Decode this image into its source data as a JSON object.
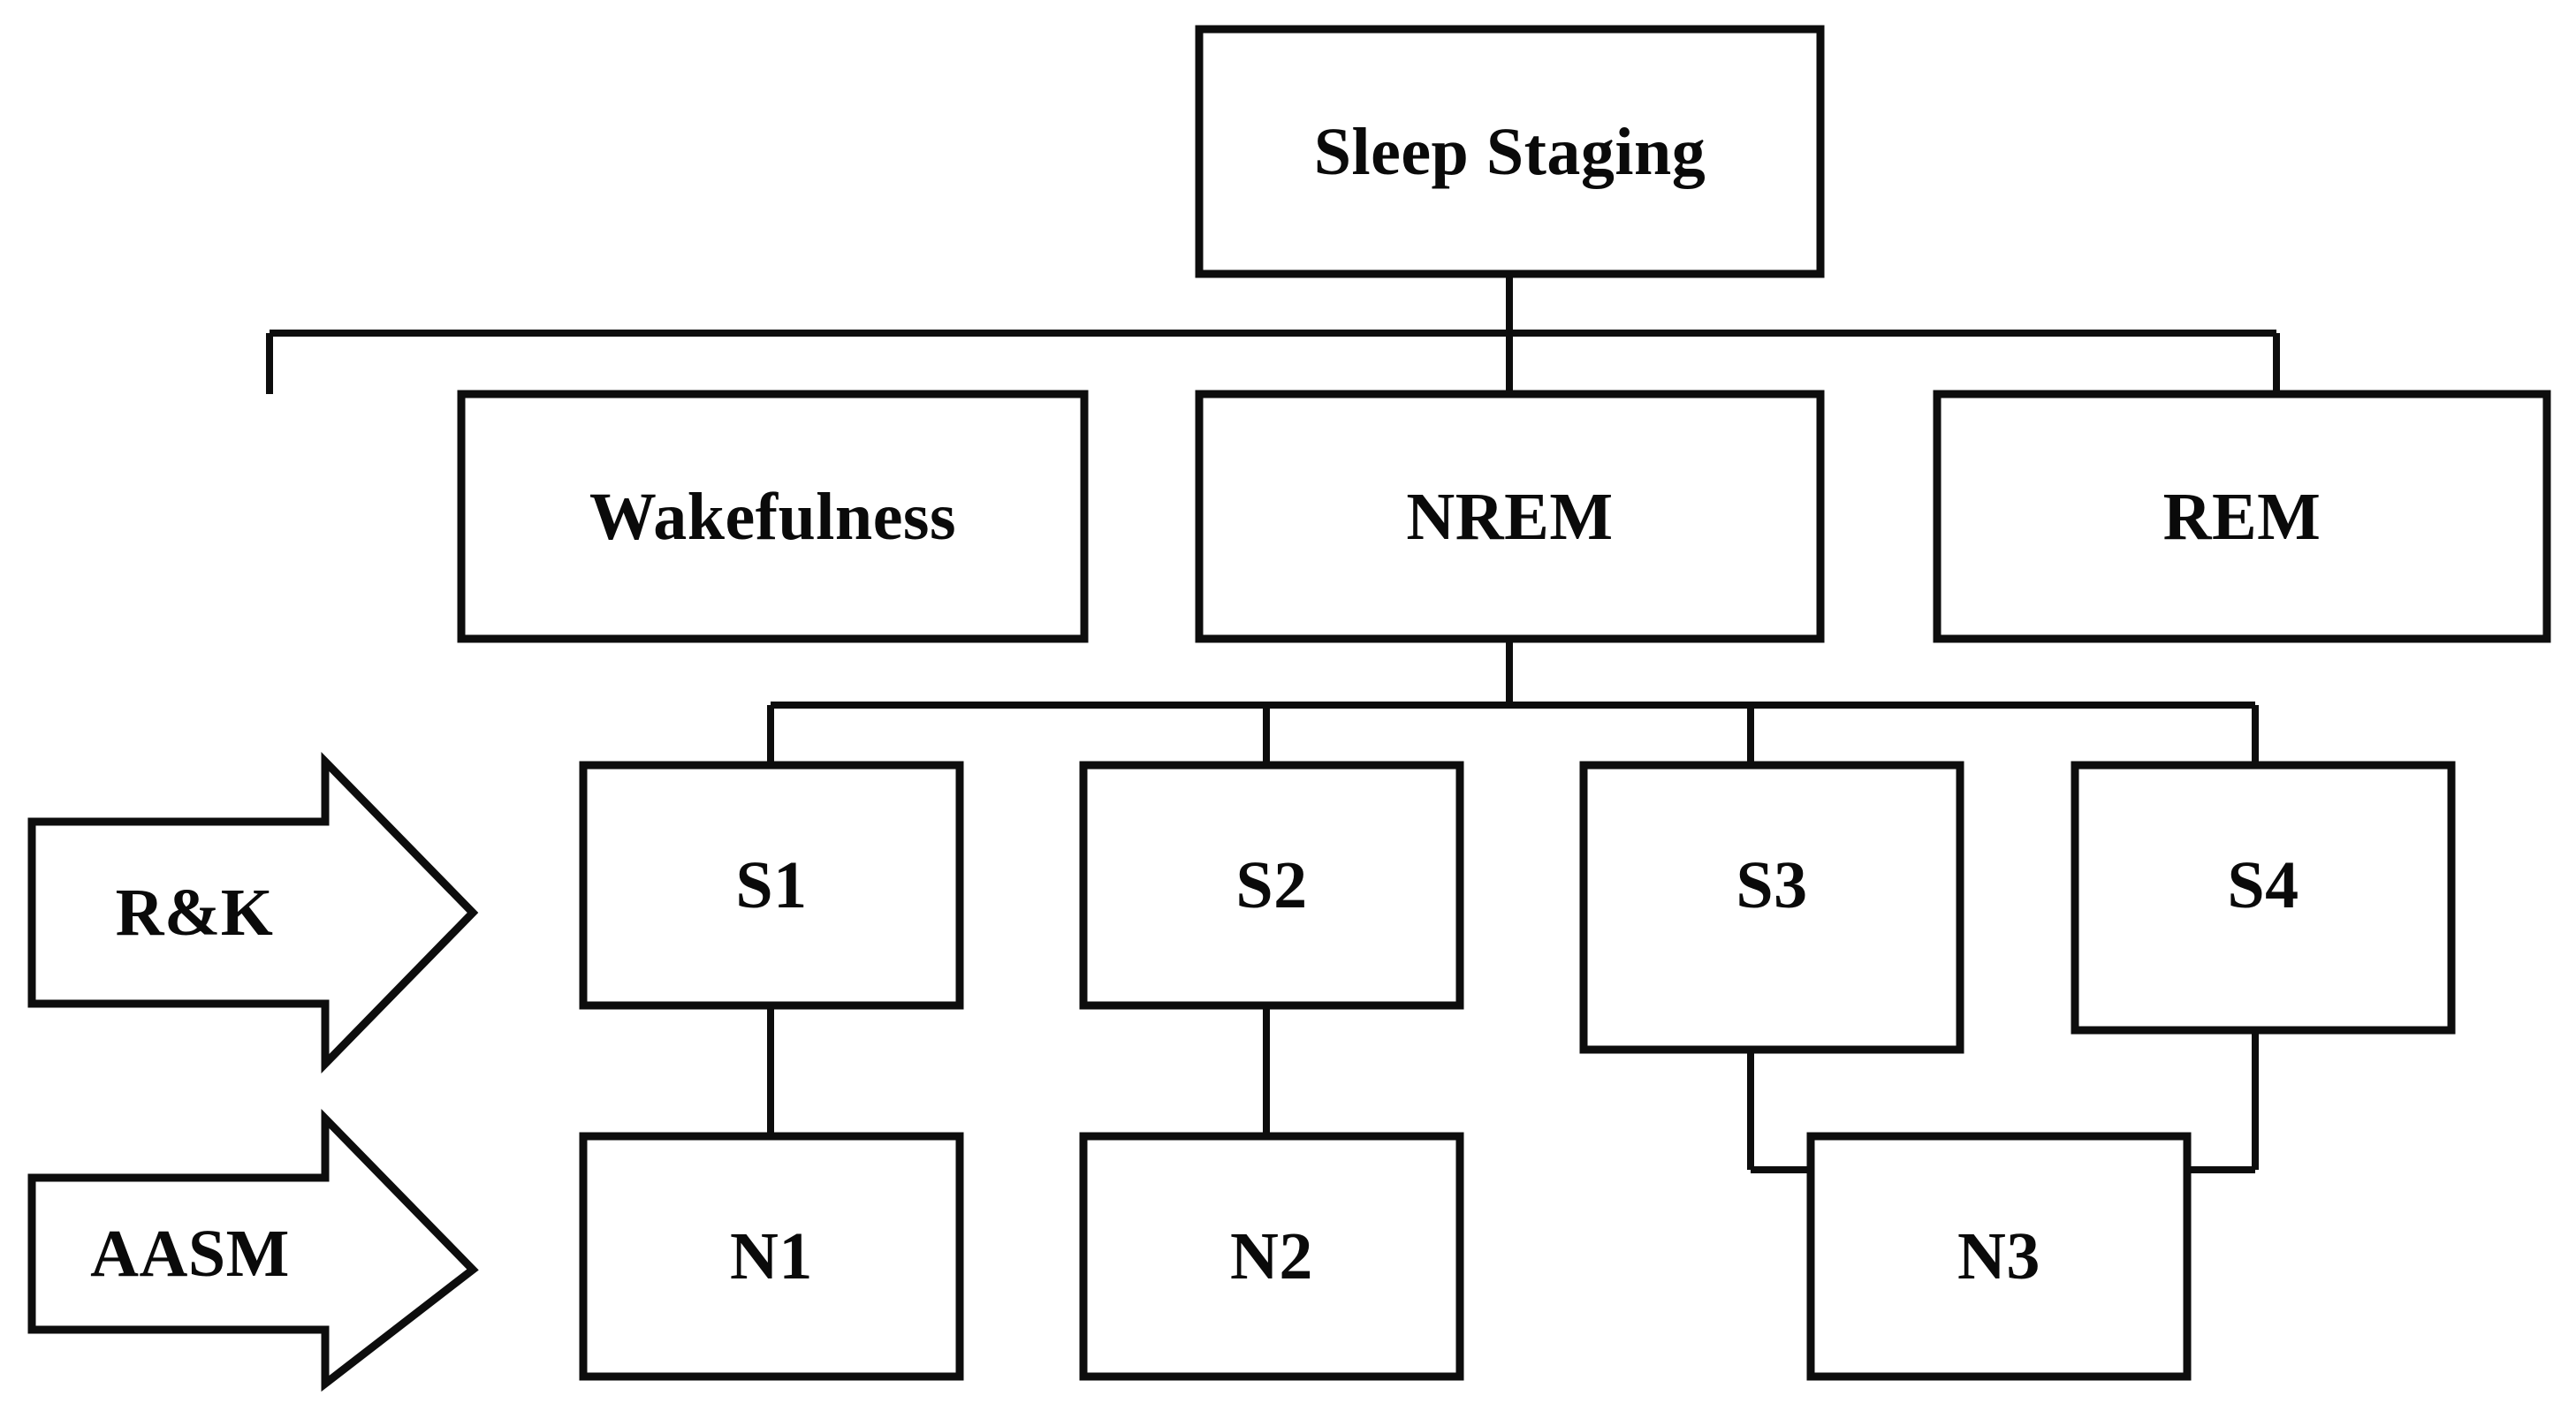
{
  "diagram": {
    "title": "Sleep Staging",
    "type": "hierarchy-tree",
    "background_color": "#ffffff",
    "line_color": "#0d0d0d",
    "text_color": "#0a0a0a",
    "root": {
      "label": "Sleep Staging"
    },
    "level1": [
      {
        "label": "Wakefulness"
      },
      {
        "label": "NREM"
      },
      {
        "label": "REM"
      }
    ],
    "level2": [
      {
        "label": "S1"
      },
      {
        "label": "S2"
      },
      {
        "label": "S3"
      },
      {
        "label": "S4"
      }
    ],
    "level3": [
      {
        "label": "N1"
      },
      {
        "label": "N2"
      },
      {
        "label": "N3"
      }
    ],
    "standard_arrows": [
      {
        "label": "R&K"
      },
      {
        "label": "AASM"
      }
    ]
  }
}
